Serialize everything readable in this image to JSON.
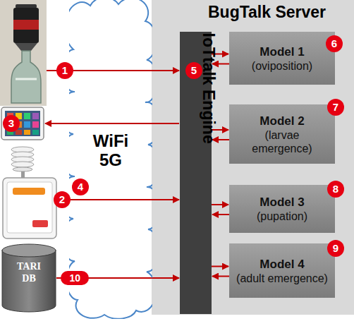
{
  "diagram": {
    "nodes": [
      {
        "text": [
          "BugTalk Server"
        ]
      },
      {
        "text": [
          "IoTtalk Engine"
        ],
        "in": 0
      },
      {
        "text": [
          "Model 1",
          "(oviposition)"
        ],
        "in": 0
      },
      {
        "text": [
          "Model 2",
          "(larvae emergence)"
        ],
        "in": 0
      },
      {
        "text": [
          "Model 3",
          "(pupation)"
        ],
        "in": 0
      },
      {
        "text": [
          "Model 4",
          "(adult emergence)"
        ],
        "in": 0
      },
      {
        "text": [
          "WiFi 5G"
        ]
      },
      {
        "text": [
          "TARI DB"
        ]
      }
    ],
    "edges": [
      {
        "from": 7,
        "to": 1,
        "arrow": "to",
        "label": "10"
      },
      {
        "from": 1,
        "to": 2,
        "arrow": "to"
      },
      {
        "from": 2,
        "to": 1,
        "arrow": "to"
      },
      {
        "from": 1,
        "to": 3,
        "arrow": "to"
      },
      {
        "from": 3,
        "to": 1,
        "arrow": "to"
      },
      {
        "from": 1,
        "to": 4,
        "arrow": "to"
      },
      {
        "from": 4,
        "to": 1,
        "arrow": "to"
      },
      {
        "from": 1,
        "to": 5,
        "arrow": "to"
      },
      {
        "from": 5,
        "to": 1,
        "arrow": "to"
      }
    ],
    "labels": [
      "1",
      "2",
      "3",
      "4",
      "5",
      "6",
      "7",
      "8",
      "9"
    ]
  }
}
